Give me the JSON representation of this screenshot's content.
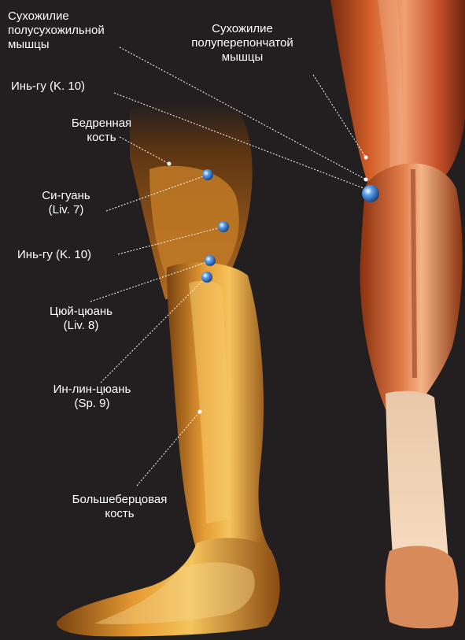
{
  "labels": {
    "semitendinosus_tendon": "Сухожилие\nполусухожильной\nмышцы",
    "semimembranosus_tendon": "Сухожилие\nполуперепончатой\nмышцы",
    "yin_gu_back": "Инь-гу (K. 10)",
    "femur": "Бедренная\nкость",
    "xi_guan": "Си-гуань\n(Liv. 7)",
    "yin_gu_side": "Инь-гу (K. 10)",
    "qu_quan": "Цюй-цюань\n(Liv. 8)",
    "yin_ling_quan": "Ин-лин-цюань\n(Sp. 9)",
    "tibia": "Большеберцовая\nкость"
  },
  "colors": {
    "background": "#231f20",
    "label_text": "#ffffff",
    "leader_line": "#ffffff",
    "bone_leg": "#e8a23a",
    "muscle": "#c8582a",
    "point_marker": "#3f7fd6"
  }
}
